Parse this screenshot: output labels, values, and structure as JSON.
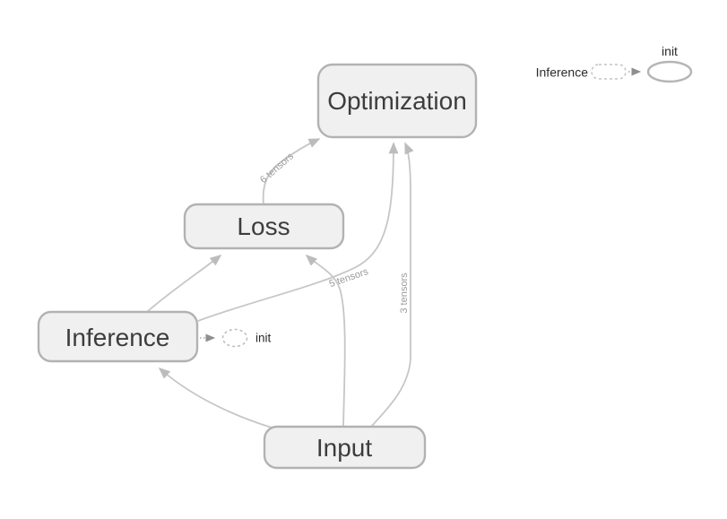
{
  "graph": {
    "nodes": {
      "optimization": {
        "label": "Optimization",
        "type": "namespace"
      },
      "loss": {
        "label": "Loss",
        "type": "namespace"
      },
      "inference": {
        "label": "Inference",
        "type": "namespace"
      },
      "input": {
        "label": "Input",
        "type": "namespace"
      },
      "init": {
        "label": "init",
        "type": "op-node"
      }
    },
    "edges": [
      {
        "from": "Loss",
        "to": "Optimization",
        "label": "6 tensors"
      },
      {
        "from": "Inference",
        "to": "Optimization",
        "label": "5 tensors"
      },
      {
        "from": "Input",
        "to": "Optimization",
        "label": "3 tensors"
      },
      {
        "from": "Inference",
        "to": "Loss",
        "label": ""
      },
      {
        "from": "Input",
        "to": "Loss",
        "label": ""
      },
      {
        "from": "Input",
        "to": "Inference",
        "label": ""
      },
      {
        "from": "Inference",
        "to": "init",
        "label": "",
        "style": "dotted"
      }
    ]
  },
  "legend": {
    "source_label": "Inference",
    "target_label": "init"
  },
  "colors": {
    "node_fill": "#f0f0f0",
    "node_border": "#b2b2b2",
    "node_text": "#3d3d3d",
    "edge": "#c6c6c6",
    "arrowhead": "#bcbcbc",
    "edge_label_text": "#9a9a9a",
    "background": "#ffffff"
  }
}
